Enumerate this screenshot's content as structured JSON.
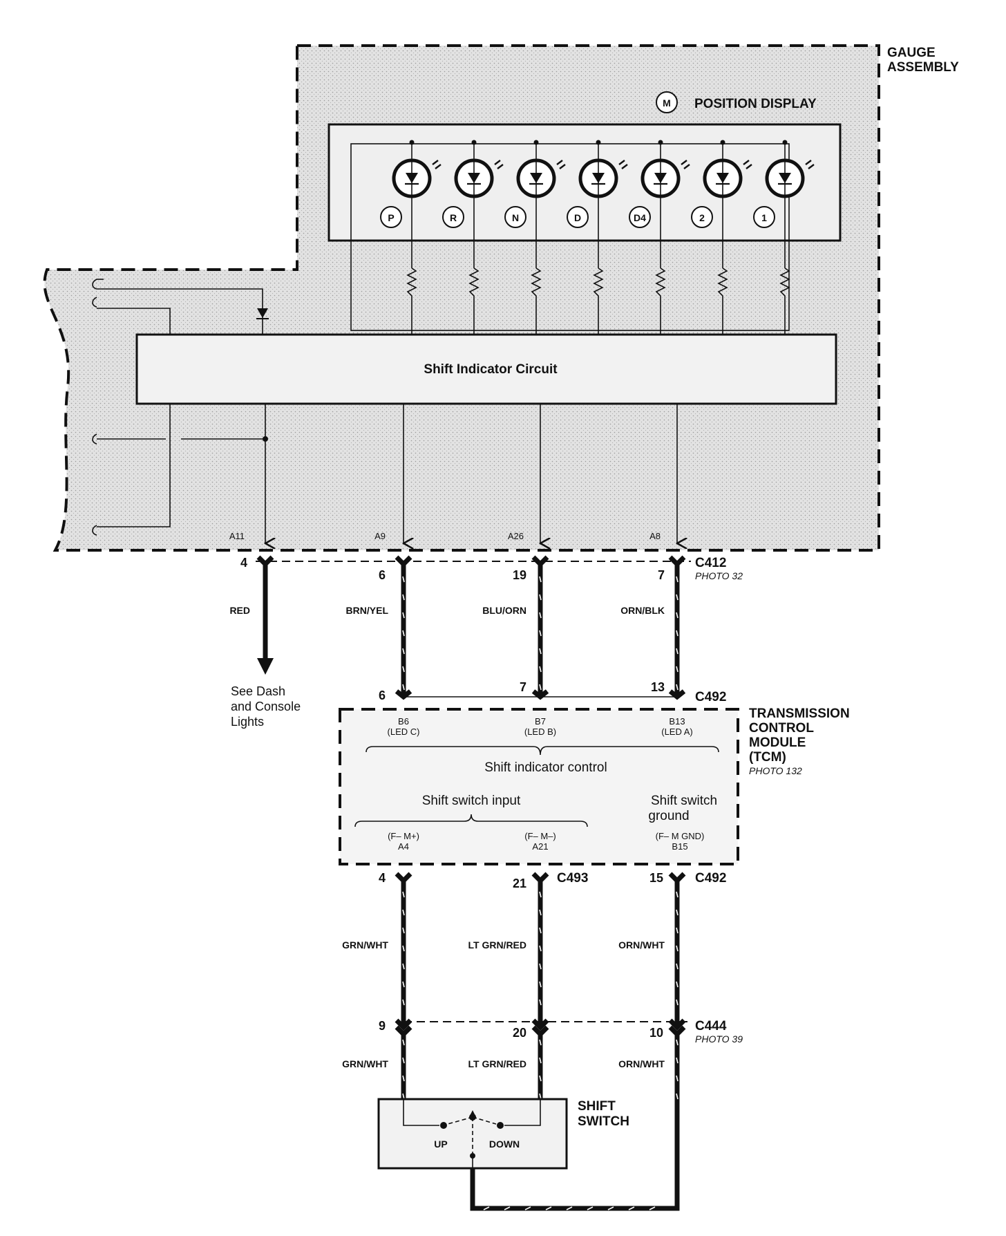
{
  "gauge": {
    "title_line1": "GAUGE",
    "title_line2": "ASSEMBLY",
    "motor_symbol": "M",
    "display_title": "POSITION DISPLAY",
    "led_labels": [
      "P",
      "R",
      "N",
      "D",
      "D4",
      "2",
      "1"
    ],
    "circuit_label": "Shift Indicator Circuit",
    "pins": [
      "A11",
      "A9",
      "A26",
      "A8"
    ]
  },
  "connectors": {
    "c412": {
      "name": "C412",
      "photo": "PHOTO 32",
      "pins": [
        "4",
        "6",
        "19",
        "7"
      ]
    },
    "c492_top": {
      "name": "C492",
      "pins": [
        "6",
        "7",
        "13"
      ]
    },
    "c493": {
      "name": "C493",
      "pins": [
        "4",
        "21"
      ]
    },
    "c492_bottom": {
      "name": "C492",
      "pins": [
        "15"
      ]
    },
    "c444": {
      "name": "C444",
      "photo": "PHOTO 39",
      "pins": [
        "9",
        "20",
        "10"
      ]
    }
  },
  "wires_upper": [
    "RED",
    "BRN/YEL",
    "BLU/ORN",
    "ORN/BLK"
  ],
  "wires_middle": [
    "GRN/WHT",
    "LT GRN/RED",
    "ORN/WHT"
  ],
  "wires_lower": [
    "GRN/WHT",
    "LT GRN/RED",
    "ORN/WHT"
  ],
  "see_dash": [
    "See Dash",
    "and Console",
    "Lights"
  ],
  "tcm": {
    "title": [
      "TRANSMISSION",
      "CONTROL",
      "MODULE",
      "(TCM)"
    ],
    "photo": "PHOTO 132",
    "top_pins": [
      "B6",
      "B7",
      "B13"
    ],
    "top_pin_notes": [
      "(LED C)",
      "(LED B)",
      "(LED A)"
    ],
    "indicator_label": "Shift indicator control",
    "switch_input_label": "Shift switch input",
    "switch_ground_label": [
      "Shift switch",
      "ground"
    ],
    "bottom_pin_notes": [
      "(F– M+)",
      "(F– M–)",
      "(F– M GND)"
    ],
    "bottom_pins": [
      "A4",
      "A21",
      "B15"
    ]
  },
  "shift_switch": {
    "title": [
      "SHIFT",
      "SWITCH"
    ],
    "up": "UP",
    "down": "DOWN"
  }
}
